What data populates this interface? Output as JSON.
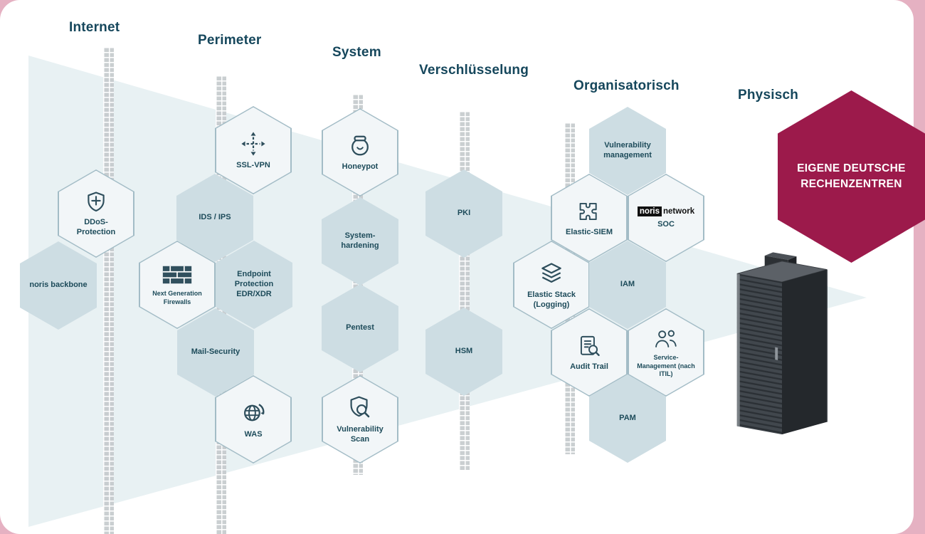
{
  "diagram": {
    "columns": [
      {
        "title": "Internet",
        "items": [
          {
            "label": "DDoS-Protection",
            "icon": "shield-icon",
            "variant": "light"
          },
          {
            "label": "noris backbone",
            "variant": "filled"
          }
        ]
      },
      {
        "title": "Perimeter",
        "items": [
          {
            "label": "SSL-VPN",
            "icon": "move-arrows-icon",
            "variant": "light"
          },
          {
            "label": "IDS / IPS",
            "variant": "filled"
          },
          {
            "label": "Next Generation Firewalls",
            "icon": "firewall-icon",
            "variant": "light",
            "small": true
          },
          {
            "label": "Endpoint Protection EDR/XDR",
            "variant": "filled"
          },
          {
            "label": "Mail-Security",
            "variant": "filled"
          },
          {
            "label": "WAS",
            "icon": "globe-arrows-icon",
            "variant": "light"
          }
        ]
      },
      {
        "title": "System",
        "items": [
          {
            "label": "Honeypot",
            "icon": "honeypot-icon",
            "variant": "light"
          },
          {
            "label": "System-hardening",
            "variant": "filled"
          },
          {
            "label": "Pentest",
            "variant": "filled"
          },
          {
            "label": "Vulnerability Scan",
            "icon": "shield-search-icon",
            "variant": "light"
          }
        ]
      },
      {
        "title": "Verschlüsselung",
        "items": [
          {
            "label": "PKI",
            "variant": "filled"
          },
          {
            "label": "HSM",
            "variant": "filled"
          }
        ]
      },
      {
        "title": "Organisatorisch",
        "items": [
          {
            "label": "Vulnerability management",
            "variant": "filled"
          },
          {
            "label": "Elastic-SIEM",
            "icon": "puzzle-icon",
            "variant": "light"
          },
          {
            "label": "SOC",
            "icon": "noris-network-logo",
            "variant": "light",
            "logo": {
              "brand": "noris",
              "suffix": "network"
            }
          },
          {
            "label": "Elastic Stack (Logging)",
            "icon": "layers-icon",
            "variant": "light"
          },
          {
            "label": "IAM",
            "variant": "filled"
          },
          {
            "label": "Audit Trail",
            "icon": "clipboard-search-icon",
            "variant": "light"
          },
          {
            "label": "Service-Management (nach ITIL)",
            "icon": "team-icon",
            "variant": "light",
            "small": true
          },
          {
            "label": "PAM",
            "variant": "filled"
          }
        ]
      },
      {
        "title": "Physisch",
        "items": []
      }
    ]
  },
  "badge": {
    "label": "EIGENE DEUTSCHE RECHENZENTREN"
  },
  "colors": {
    "background_pink": "#e5b1c2",
    "card_white": "#ffffff",
    "funnel_fill": "#e8f1f3",
    "hex_filled": "#cddde3",
    "hex_light_fill": "#f2f6f8",
    "hex_border": "#a3bcc6",
    "heading_text": "#16475c",
    "hex_text": "#1d4b5a",
    "badge_red": "#9c1a4b",
    "brick_gray": "#c6cbce"
  }
}
